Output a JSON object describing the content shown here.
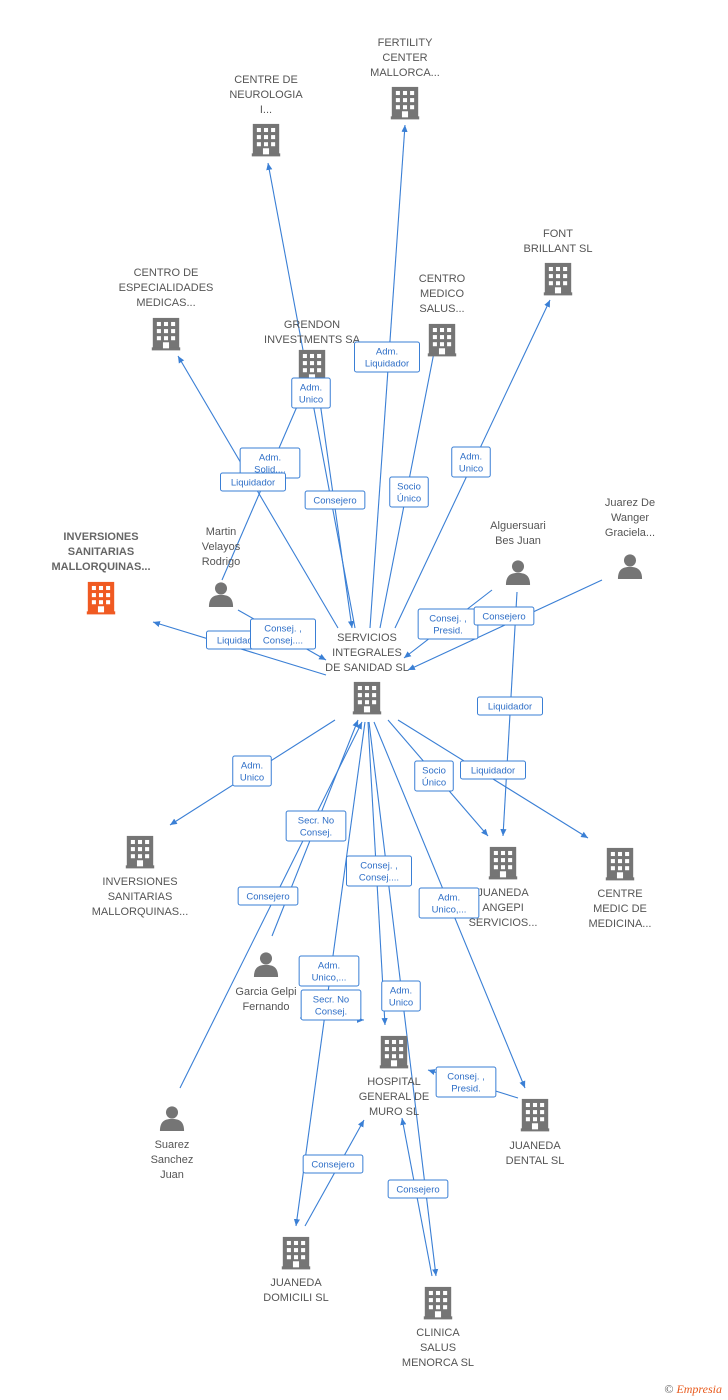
{
  "colors": {
    "edge": "#3a7fd5",
    "node": "#757575",
    "focus": "#f05a22"
  },
  "nodes": [
    {
      "id": "fertility",
      "kind": "company",
      "lines": [
        "FERTILITY",
        "CENTER",
        "MALLORCA..."
      ]
    },
    {
      "id": "neurologia",
      "kind": "company",
      "lines": [
        "CENTRE DE",
        "NEUROLOGIA",
        "I..."
      ]
    },
    {
      "id": "font",
      "kind": "company",
      "lines": [
        "FONT",
        "BRILLANT  SL"
      ]
    },
    {
      "id": "especialidades",
      "kind": "company",
      "lines": [
        "CENTRO DE",
        "ESPECIALIDADES",
        "MEDICAS..."
      ]
    },
    {
      "id": "medico",
      "kind": "company",
      "lines": [
        "CENTRO",
        "MEDICO",
        "SALUS..."
      ]
    },
    {
      "id": "grendon",
      "kind": "company",
      "lines": [
        "GRENDON",
        "INVESTMENTS SA"
      ]
    },
    {
      "id": "inv_focus",
      "kind": "focus",
      "lines": [
        "INVERSIONES",
        "SANITARIAS",
        "MALLORQUINAS..."
      ]
    },
    {
      "id": "martin",
      "kind": "person",
      "lines": [
        "Martin",
        "Velayos",
        "Rodrigo"
      ]
    },
    {
      "id": "alguersuari",
      "kind": "person",
      "lines": [
        "Alguersuari",
        "Bes Juan"
      ]
    },
    {
      "id": "juarez",
      "kind": "person",
      "lines": [
        "Juarez De",
        "Wanger",
        "Graciela..."
      ]
    },
    {
      "id": "servicios",
      "kind": "company",
      "lines": [
        "SERVICIOS",
        "INTEGRALES",
        "DE SANIDAD SL"
      ]
    },
    {
      "id": "inv2",
      "kind": "company",
      "lines": [
        "INVERSIONES",
        "SANITARIAS",
        "MALLORQUINAS..."
      ]
    },
    {
      "id": "angepi",
      "kind": "company",
      "lines": [
        "JUANEDA",
        "ANGEPI",
        "SERVICIOS..."
      ]
    },
    {
      "id": "centremedic",
      "kind": "company",
      "lines": [
        "CENTRE",
        "MEDIC DE",
        "MEDICINA..."
      ]
    },
    {
      "id": "garcia",
      "kind": "person",
      "lines": [
        "Garcia Gelpi",
        "Fernando"
      ]
    },
    {
      "id": "hospital",
      "kind": "company",
      "lines": [
        "HOSPITAL",
        "GENERAL DE",
        "MURO SL"
      ]
    },
    {
      "id": "dental",
      "kind": "company",
      "lines": [
        "JUANEDA",
        "DENTAL SL"
      ]
    },
    {
      "id": "suarez",
      "kind": "person",
      "lines": [
        "Suarez",
        "Sanchez",
        "Juan"
      ]
    },
    {
      "id": "domicili",
      "kind": "company",
      "lines": [
        "JUANEDA",
        "DOMICILI SL"
      ]
    },
    {
      "id": "clinica",
      "kind": "company",
      "lines": [
        "CLINICA",
        "SALUS",
        "MENORCA SL"
      ]
    }
  ],
  "edges": [
    {
      "id": "e1",
      "from": "servicios",
      "to": "fertility",
      "lines": [
        "Adm.",
        "Liquidador"
      ]
    },
    {
      "id": "e2",
      "from": "servicios",
      "to": "neurologia",
      "lines": [
        "Adm.",
        "Unico"
      ]
    },
    {
      "id": "e3",
      "from": "servicios",
      "to": "medico",
      "lines": [
        "Socio",
        "Único"
      ]
    },
    {
      "id": "e4",
      "from": "servicios",
      "to": "font",
      "lines": [
        "Adm.",
        "Unico"
      ]
    },
    {
      "id": "e5",
      "from": "servicios",
      "to": "especialidades",
      "lines": [
        "Adm.",
        "Solid...."
      ]
    },
    {
      "id": "e6",
      "from": "martin",
      "to": "grendon",
      "lines": [
        "Liquidador"
      ]
    },
    {
      "id": "e7",
      "from": "grendon",
      "to": "servicios",
      "lines": [
        "Consejero"
      ]
    },
    {
      "id": "e8",
      "from": "servicios",
      "to": "inv_focus",
      "lines": [
        "Liquidador"
      ]
    },
    {
      "id": "e9",
      "from": "martin",
      "to": "servicios",
      "lines": [
        "Consej. ,",
        "Consej...."
      ]
    },
    {
      "id": "e10",
      "from": "alguersuari",
      "to": "servicios",
      "lines": [
        "Consej. ,",
        "Presid."
      ]
    },
    {
      "id": "e11",
      "from": "juarez",
      "to": "servicios",
      "lines": [
        "Consejero"
      ]
    },
    {
      "id": "e12",
      "from": "alguersuari",
      "to": "angepi",
      "lines": [
        "Liquidador"
      ]
    },
    {
      "id": "e13",
      "from": "servicios",
      "to": "angepi",
      "lines": [
        "Socio",
        "Único"
      ]
    },
    {
      "id": "e14",
      "from": "servicios",
      "to": "centremedic",
      "lines": [
        "Liquidador"
      ]
    },
    {
      "id": "e15",
      "from": "servicios",
      "to": "inv2",
      "lines": [
        "Adm.",
        "Unico"
      ]
    },
    {
      "id": "e16",
      "from": "garcia",
      "to": "servicios",
      "lines": [
        "Secr.  No",
        "Consej."
      ]
    },
    {
      "id": "e17",
      "from": "suarez",
      "to": "servicios",
      "lines": [
        "Consejero"
      ]
    },
    {
      "id": "e18",
      "from": "servicios",
      "to": "hospital",
      "lines": [
        "Consej. ,",
        "Consej...."
      ]
    },
    {
      "id": "e19",
      "from": "servicios",
      "to": "dental",
      "lines": [
        "Adm.",
        "Unico,..."
      ]
    },
    {
      "id": "e20",
      "from": "servicios",
      "to": "domicili",
      "lines": [
        "Adm.",
        "Unico,..."
      ]
    },
    {
      "id": "e21",
      "from": "garcia",
      "to": "hospital",
      "lines": [
        "Secr.  No",
        "Consej."
      ]
    },
    {
      "id": "e22",
      "from": "servicios",
      "to": "clinica",
      "lines": [
        "Adm.",
        "Unico"
      ]
    },
    {
      "id": "e23",
      "from": "dental",
      "to": "hospital",
      "lines": [
        "Consej. ,",
        "Presid."
      ]
    },
    {
      "id": "e24",
      "from": "domicili",
      "to": "hospital",
      "lines": [
        "Consejero"
      ]
    },
    {
      "id": "e25",
      "from": "clinica",
      "to": "hospital",
      "lines": [
        "Consejero"
      ]
    }
  ],
  "footer": {
    "copyright_symbol": "©",
    "brand": "Empresia"
  }
}
